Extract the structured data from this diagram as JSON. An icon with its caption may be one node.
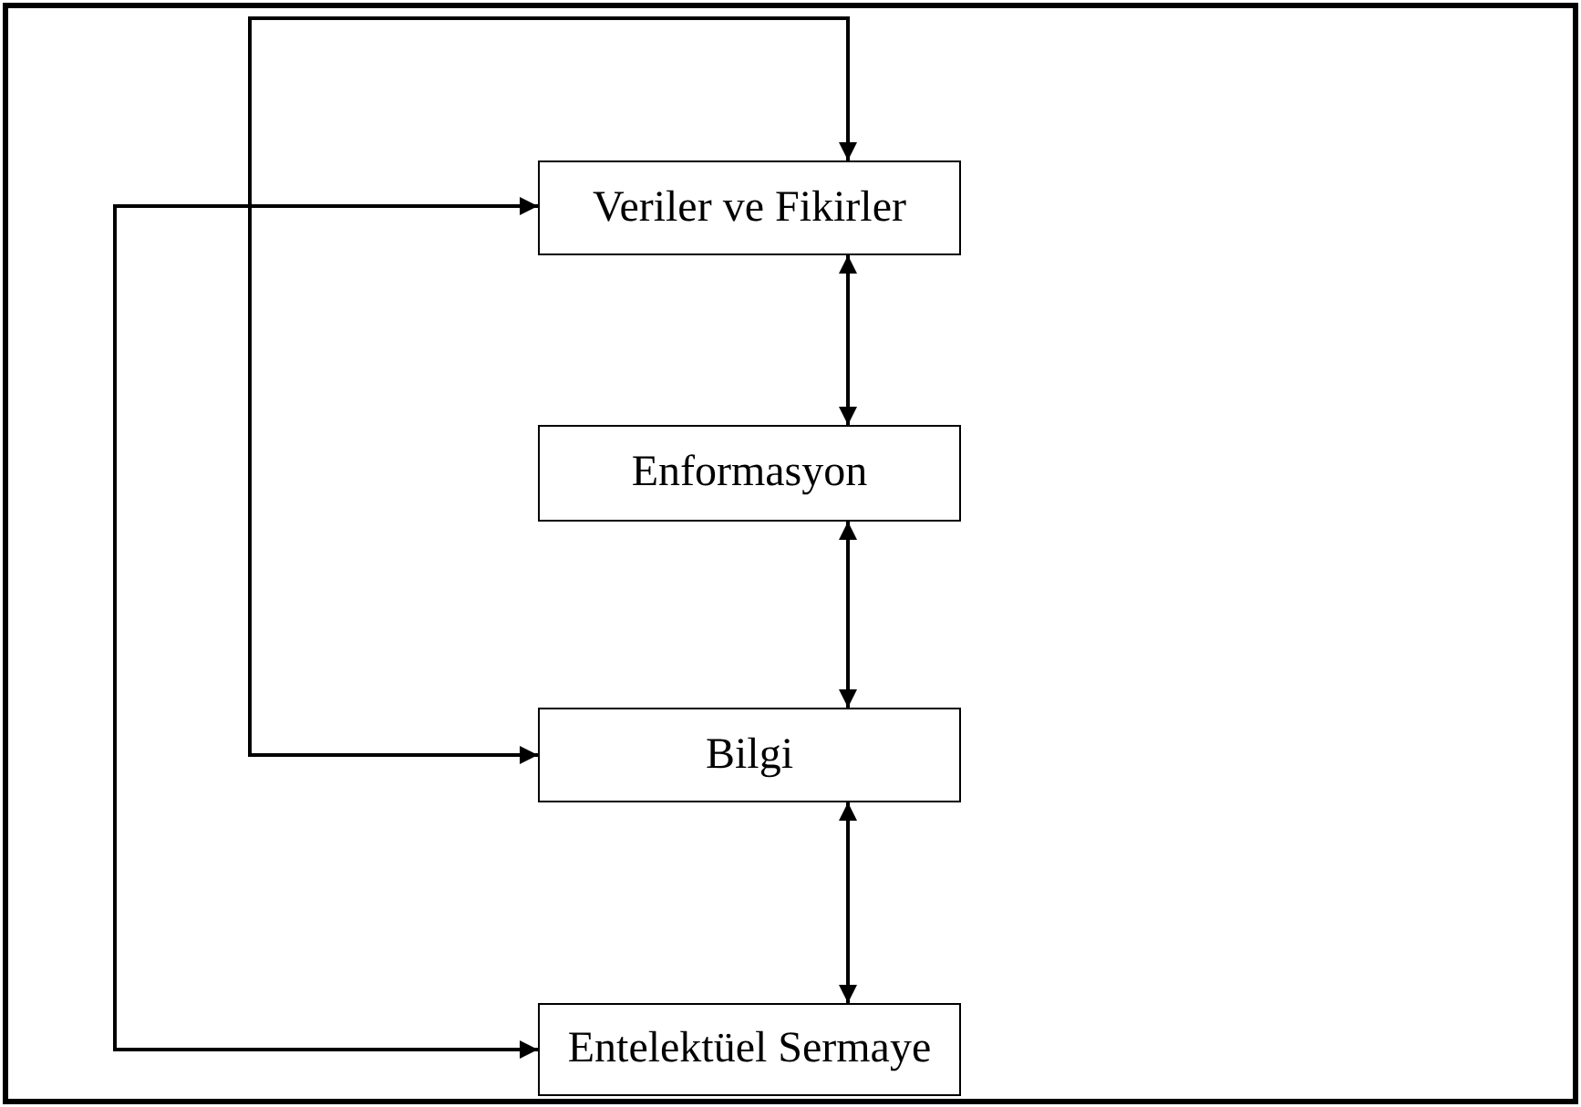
{
  "diagram": {
    "nodes": [
      {
        "text": [
          "Veriler ve Fikirler"
        ]
      },
      {
        "text": [
          "Enformasyon"
        ]
      },
      {
        "text": [
          "Bilgi"
        ]
      },
      {
        "text": [
          "Entelektüel Sermaye"
        ]
      }
    ],
    "edges": [
      {
        "from": 0,
        "to": 1,
        "arrow": "both"
      },
      {
        "from": 1,
        "to": 2,
        "arrow": "both"
      },
      {
        "from": 2,
        "to": 3,
        "arrow": "both"
      },
      {
        "from": 2,
        "to": 0,
        "arrow": "both"
      },
      {
        "from": 3,
        "to": 0,
        "arrow": "both"
      }
    ]
  }
}
